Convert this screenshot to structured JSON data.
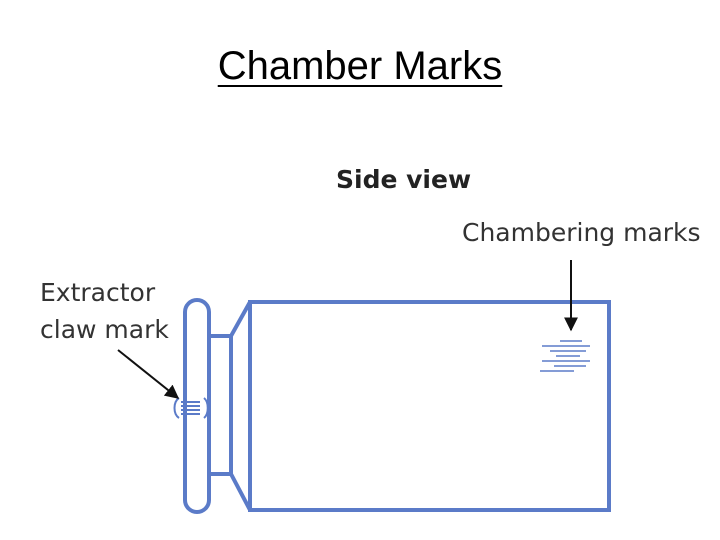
{
  "title": "Chamber Marks",
  "diagram": {
    "heading": "Side view",
    "label_chambering": "Chambering marks",
    "label_extractor_line1": "Extractor",
    "label_extractor_line2": "claw mark"
  },
  "colors": {
    "outline": "#5b7bc8",
    "outline_light": "#8aa3dc",
    "text": "#333333",
    "arrow": "#111111"
  }
}
